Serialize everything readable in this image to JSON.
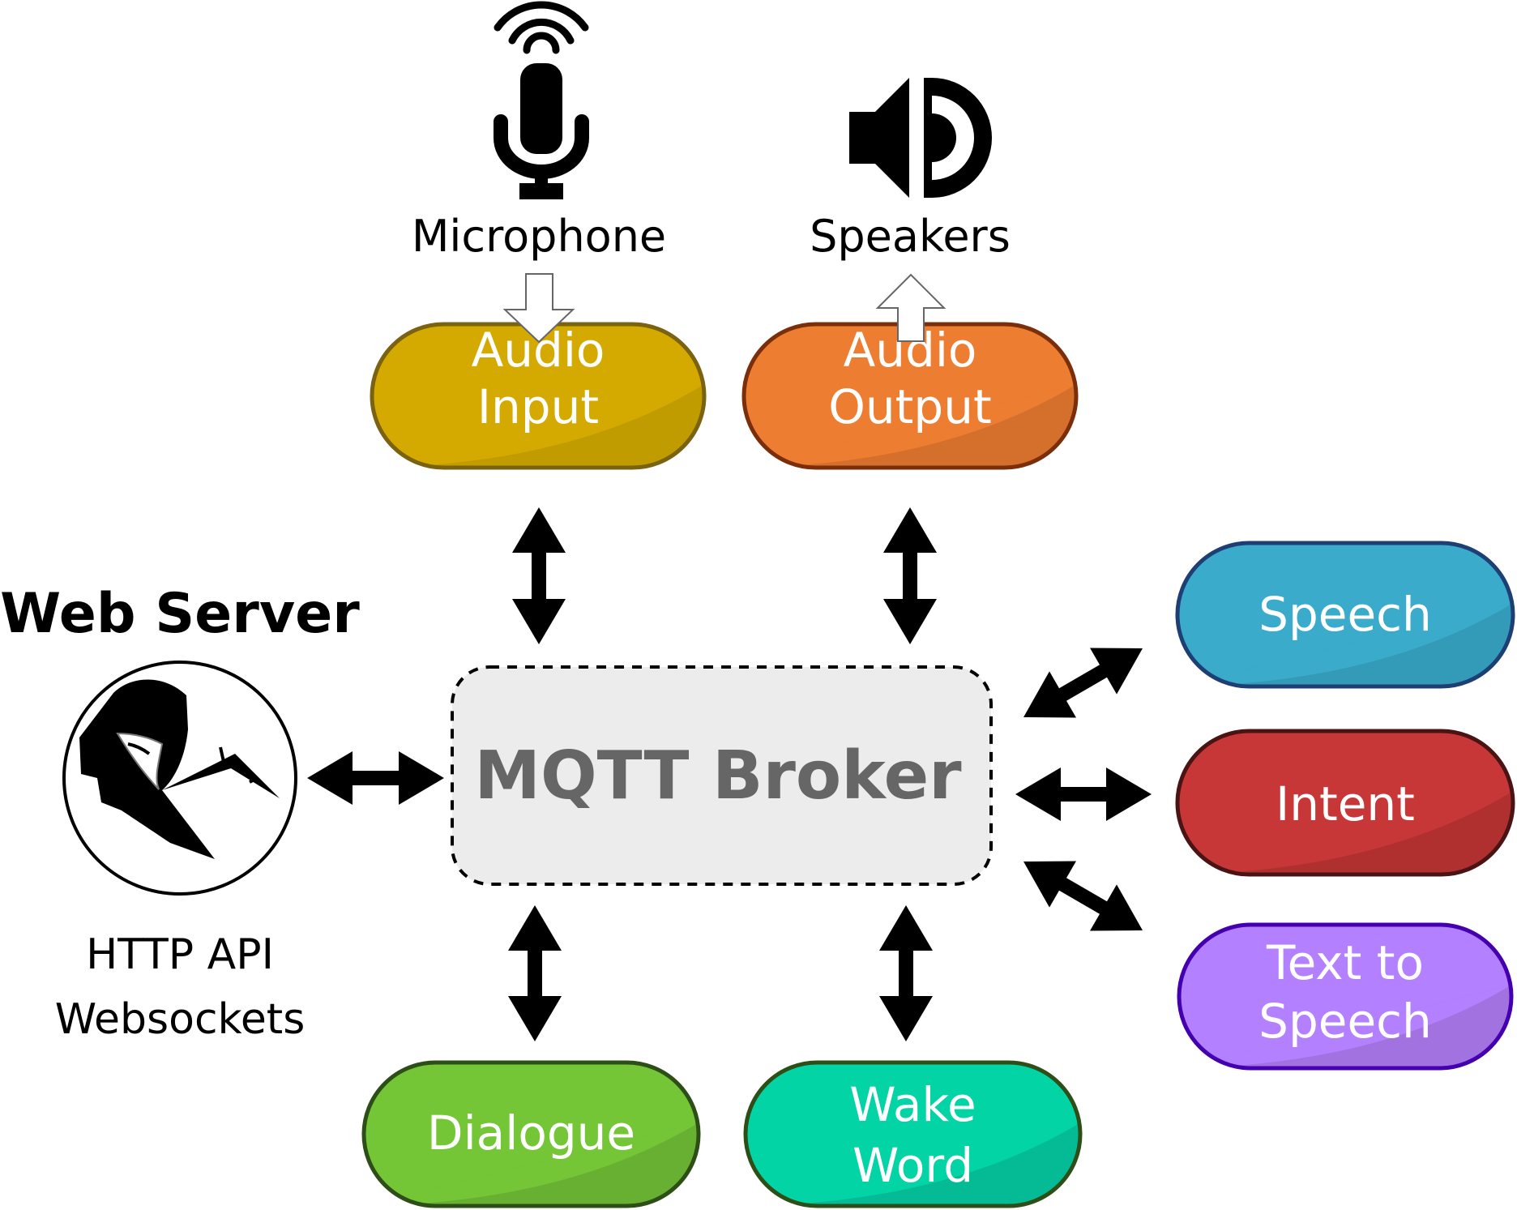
{
  "web_server": {
    "title": "Web Server",
    "lines": [
      "HTTP API",
      "Websockets"
    ]
  },
  "devices": {
    "microphone": {
      "label": "Microphone",
      "icon": "microphone-icon"
    },
    "speakers": {
      "label": "Speakers",
      "icon": "speaker-icon"
    }
  },
  "broker": {
    "label": "MQTT Broker",
    "fill": "#ececec"
  },
  "services": [
    {
      "id": "audio-input",
      "lines": [
        "Audio",
        "Input"
      ],
      "fill": "#d4aa00",
      "stroke": "#7a6211",
      "shade": "#bf9a00"
    },
    {
      "id": "audio-output",
      "lines": [
        "Audio",
        "Output"
      ],
      "fill": "#ed7d31",
      "stroke": "#7b2e0a",
      "shade": "#d06e2c"
    },
    {
      "id": "speech",
      "lines": [
        "Speech"
      ],
      "fill": "#3aabcb",
      "stroke": "#1e3f74",
      "shade": "#3399b6"
    },
    {
      "id": "intent",
      "lines": [
        "Intent"
      ],
      "fill": "#c83737",
      "stroke": "#4a1414",
      "shade": "#ad3030"
    },
    {
      "id": "text-to-speech",
      "lines": [
        "Text to",
        "Speech"
      ],
      "fill": "#b380ff",
      "stroke": "#4400b0",
      "shade": "#9e70dd"
    },
    {
      "id": "dialogue",
      "lines": [
        "Dialogue"
      ],
      "fill": "#74c637",
      "stroke": "#2d4f17",
      "shade": "#66ad31"
    },
    {
      "id": "wake-word",
      "lines": [
        "Wake",
        "Word"
      ],
      "fill": "#03d4a6",
      "stroke": "#2d4f17",
      "shade": "#04b893"
    }
  ]
}
